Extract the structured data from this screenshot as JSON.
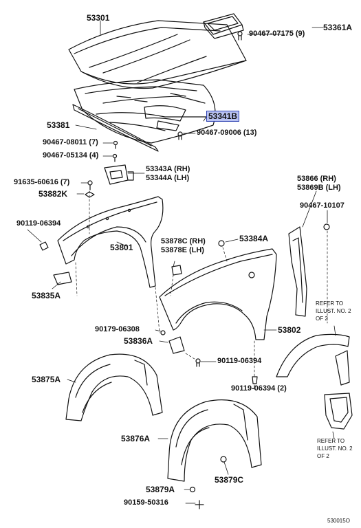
{
  "parts": {
    "p53301": "53301",
    "p53361a": "53361A",
    "bolt_9046707175": "90467-07175 (9)",
    "p53341b": "53341B",
    "p53381": "53381",
    "clip_9046709006": "90467-09006 (13)",
    "clip_9046708011": "90467-08011 (7)",
    "clip_9046705134": "90467-05134 (4)",
    "p53343a": "53343A (RH)",
    "p53344a": "53344A (LH)",
    "bolt_9163560616": "91635-60616 (7)",
    "p53882k": "53882K",
    "p53866": "53866 (RH)",
    "p53869b": "53869B (LH)",
    "clip_9046710107": "90467-10107",
    "screw_9011906394_a": "90119-06394",
    "p53801": "53801",
    "p53878c": "53878C (RH)",
    "p53878e": "53878E (LH)",
    "p53384a": "53384A",
    "p53835a": "53835A",
    "nut_9017906308": "90179-06308",
    "p53802": "53802",
    "p53836a": "53836A",
    "screw_9011906394_b": "90119-06394",
    "p53875a": "53875A",
    "screw_9011906394_c": "90119-06394 (2)",
    "p53876a": "53876A",
    "p53879a": "53879A",
    "p53879c": "53879C",
    "bolt_9015950316": "90159-50316"
  },
  "notes": {
    "refer_top": "REFER TO ILLUST. NO. 2 OF 2",
    "refer_bottom": "REFER TO ILLUST. NO. 2 OF 2"
  },
  "ref_code": "530015O",
  "colors": {
    "ink": "#111111",
    "highlight_fill": "#b9c2f2",
    "highlight_border": "#2b3fb0"
  }
}
